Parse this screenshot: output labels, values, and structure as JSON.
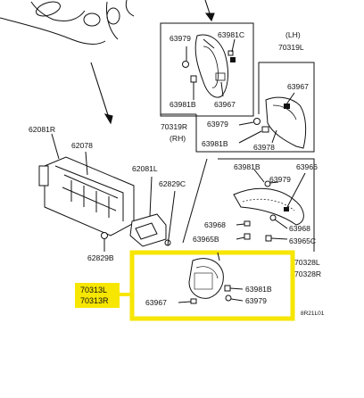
{
  "labels": {
    "p63979_top": "63979",
    "p63981c_top": "63981C",
    "p63981b_top": "63981B",
    "p63967_top": "63967",
    "p70319r": "70319R",
    "rh": "(RH)",
    "lh": "(LH)",
    "p70319l": "70319L",
    "p63967_lh": "63967",
    "p63979_lh": "63979",
    "p63981b_lh": "63981B",
    "p63978": "63978",
    "p62081r": "62081R",
    "p62078": "62078",
    "p62081l": "62081L",
    "p62829c": "62829C",
    "p62829b": "62829B",
    "p63981b_mid": "63981B",
    "p63966": "63966",
    "p63979_mid": "63979",
    "p63968_a": "63968",
    "p63968_b": "63968",
    "p63965b": "63965B",
    "p63965c": "63965C",
    "p70328l": "70328L",
    "p70328r": "70328R",
    "p70313l": "70313L",
    "p70313r": "70313R",
    "p63967_bot": "63967",
    "p63981b_bot": "63981B",
    "p63979_bot": "63979",
    "ref": "8R21L01"
  },
  "colors": {
    "highlight": "#f7e600",
    "line": "#111111"
  }
}
